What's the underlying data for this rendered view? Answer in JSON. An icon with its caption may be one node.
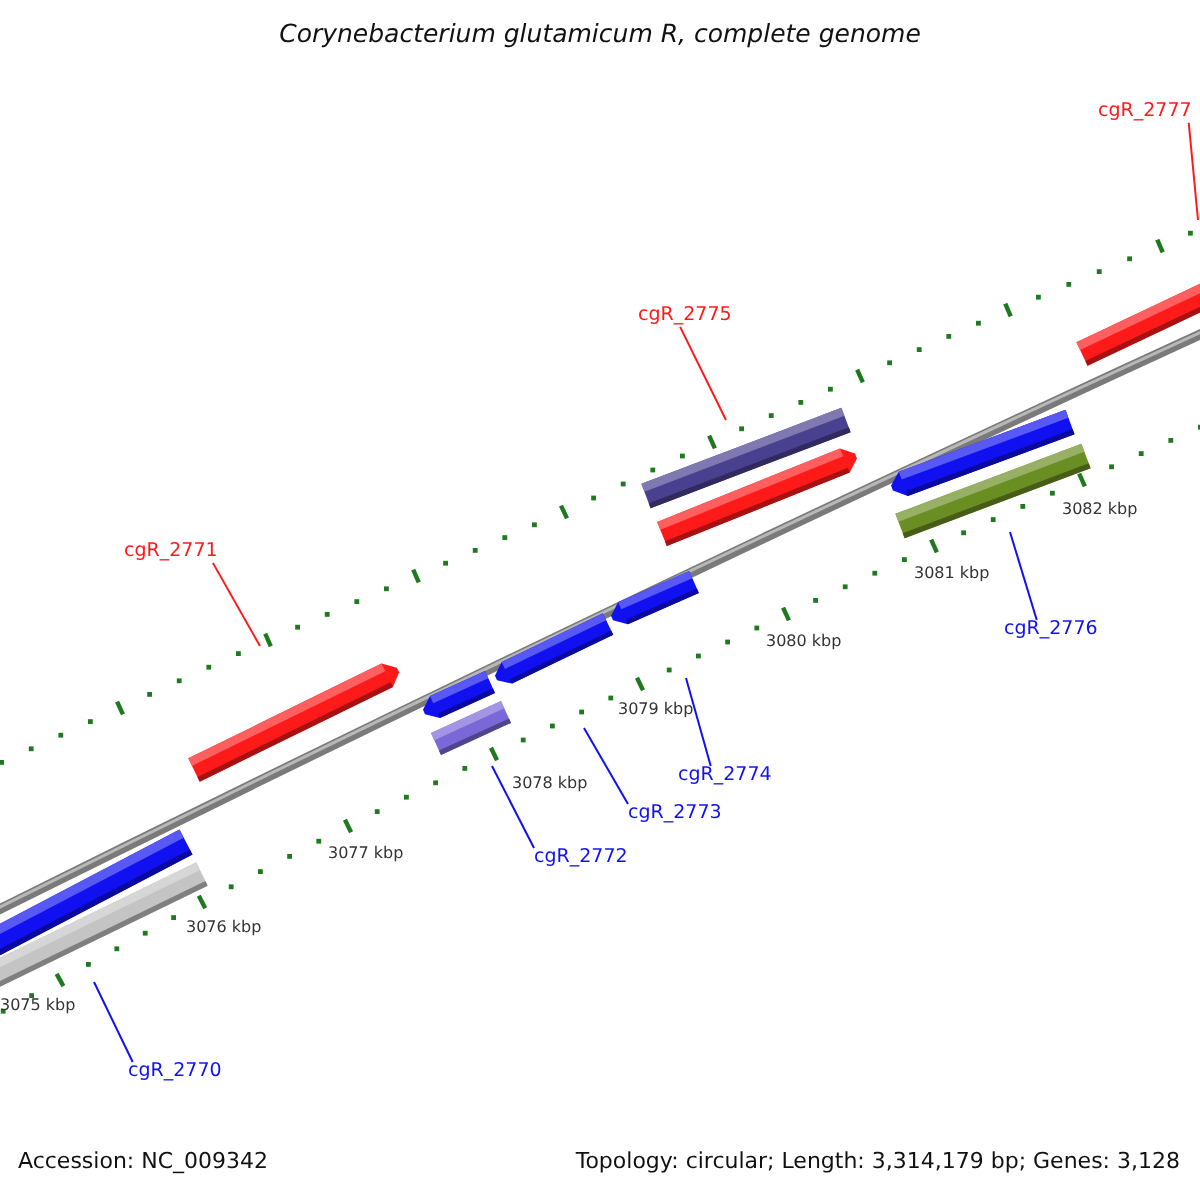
{
  "diagram": {
    "title": "Corynebacterium glutamicum R, complete genome",
    "nodes": [
      {
        "text": [
          "cgR_2777"
        ]
      },
      {
        "text": [
          "cgR_2775"
        ]
      },
      {
        "text": [
          "cgR_2771"
        ]
      },
      {
        "text": [
          "cgR_2776"
        ]
      },
      {
        "text": [
          "cgR_2774"
        ]
      },
      {
        "text": [
          "cgR_2773"
        ]
      },
      {
        "text": [
          "cgR_2772"
        ]
      },
      {
        "text": [
          "cgR_2770"
        ]
      }
    ],
    "edges": [
      {
        "from": 0,
        "to": null,
        "arrow": "none",
        "color": "#ff1a1a"
      },
      {
        "from": 1,
        "to": null,
        "arrow": "none",
        "color": "#ff1a1a"
      },
      {
        "from": 2,
        "to": null,
        "arrow": "none",
        "color": "#ff1a1a"
      },
      {
        "from": 3,
        "to": null,
        "arrow": "none"
      },
      {
        "from": 4,
        "to": null,
        "arrow": "none"
      },
      {
        "from": 5,
        "to": null,
        "arrow": "none"
      },
      {
        "from": 6,
        "to": null,
        "arrow": "none"
      },
      {
        "from": 7,
        "to": null,
        "arrow": "none"
      }
    ],
    "labels": [
      "3082 kbp",
      "3081 kbp",
      "3080 kbp",
      "3079 kbp",
      "3078 kbp",
      "3077 kbp",
      "3076 kbp",
      "3075 kbp",
      "Accession: NC_009342",
      "Topology: circular; Length: 3,314,179 bp; Genes: 3,128"
    ]
  }
}
